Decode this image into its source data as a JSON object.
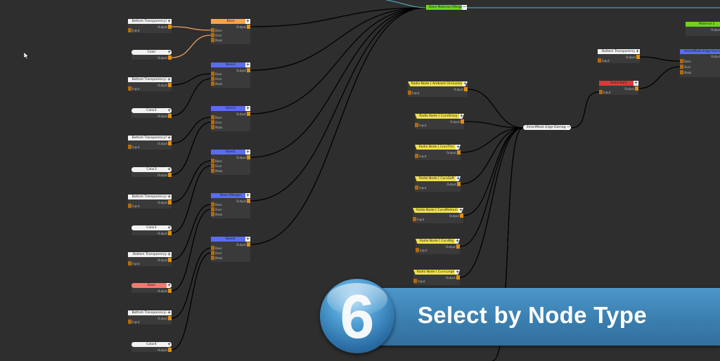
{
  "ports": {
    "output": "Output",
    "input": "Input",
    "base": "Base",
    "over": "Over",
    "mask": "Mask"
  },
  "inputs": [
    {
      "title": "Bottom Transparency1",
      "kind": "input"
    },
    {
      "title": "Color",
      "kind": "color"
    },
    {
      "title": "Bottom Transparency3",
      "kind": "input"
    },
    {
      "title": "Color2",
      "kind": "color"
    },
    {
      "title": "Bottom Transparency5",
      "kind": "input"
    },
    {
      "title": "Color3",
      "kind": "color"
    },
    {
      "title": "Bottom Transparency4",
      "kind": "input"
    },
    {
      "title": "Color1",
      "kind": "color"
    },
    {
      "title": "Bottom Transparency",
      "kind": "input"
    },
    {
      "title": "Base",
      "kind": "color",
      "color": "#f07a70"
    },
    {
      "title": "Bottom Transparency7",
      "kind": "input"
    },
    {
      "title": "Color4",
      "kind": "color"
    }
  ],
  "blends": [
    {
      "title": "Base",
      "color": "#f6a64a"
    },
    {
      "title": "Base2",
      "color": "#5a6cf0"
    },
    {
      "title": "Base3",
      "color": "#5a6cf0"
    },
    {
      "title": "Base1",
      "color": "#5a6cf0"
    },
    {
      "title": "Base (Merge)",
      "color": "#5a6cf0"
    },
    {
      "title": "Base4",
      "color": "#5a6cf0"
    }
  ],
  "base_material": {
    "title": "Base Material (Merge)",
    "color": "#6fd41c"
  },
  "radios": [
    {
      "title": "Radio Node [ Ambient Occlusion ]"
    },
    {
      "title": "Radio Node [ CurvSharp ]"
    },
    {
      "title": "Radio Node [ CurvThin ]"
    },
    {
      "title": "Radio Node [ CurvSoft ]"
    },
    {
      "title": "Radio Node [ CurvMedium ]"
    },
    {
      "title": "Radio Node [ CurvBig ]"
    },
    {
      "title": "Radio Node [ CurvLarge ]"
    }
  ],
  "smartmask_white": {
    "title": "SmartMask Edge Damage"
  },
  "right": {
    "bottom_transparency": {
      "title": "Bottom Transparency"
    },
    "solid_paint": {
      "title": "Solid Paint",
      "color": "#d83a3a"
    },
    "smartmask_blue": {
      "title": "SmartMask Edge Damage",
      "color": "#5a6cf0"
    },
    "material3": {
      "title": "Material 3",
      "color": "#6fd41c"
    }
  },
  "banner": {
    "number": "6",
    "title": "Select by Node Type",
    "color": "#3f86b8"
  },
  "colors": {
    "radio": "#efe04a",
    "wire": "#000000",
    "wire_active": "#f0a060",
    "wire_blue": "#5ab4d8"
  }
}
